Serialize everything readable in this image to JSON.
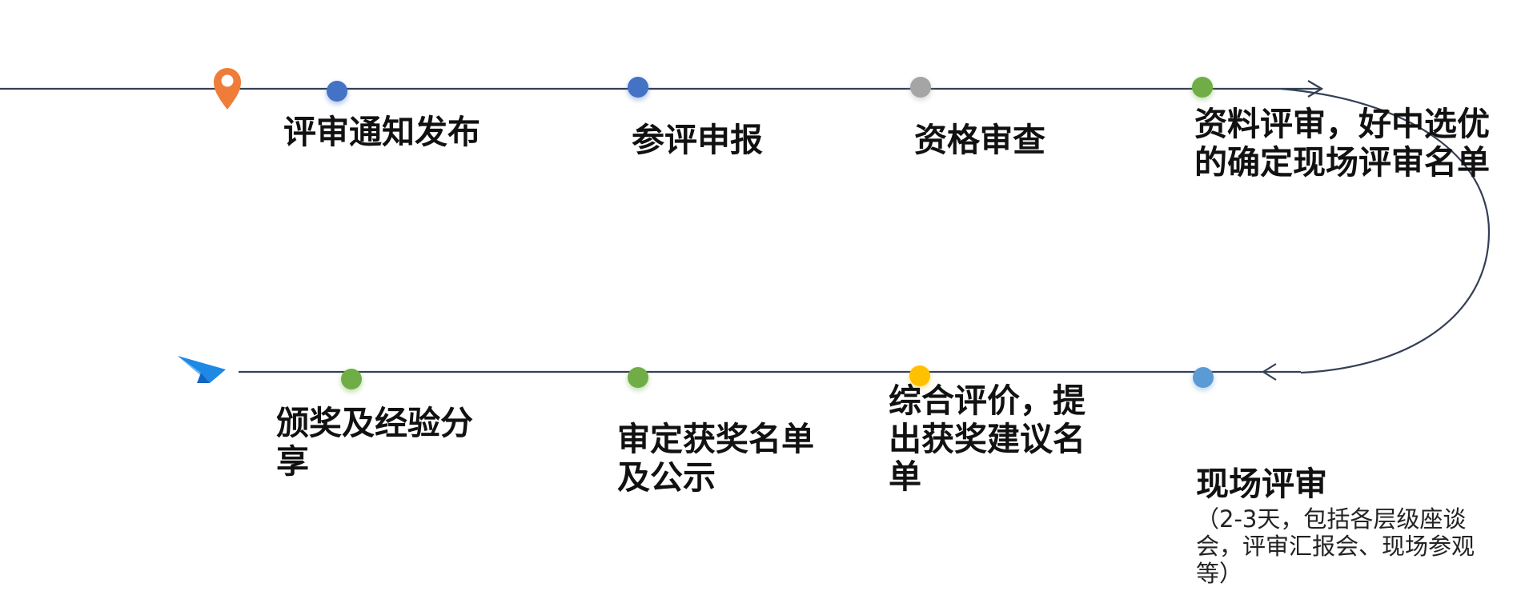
{
  "colors": {
    "line": "#344055",
    "blue": "#4472C4",
    "blue_light": "#5B9BD5",
    "gray": "#A5A5A5",
    "green": "#70AD47",
    "yellow": "#FFC000",
    "pin": "#F07C3A",
    "plane": "#1E88E5"
  },
  "icons": {
    "start": "location-pin-icon",
    "end": "paper-plane-icon"
  },
  "steps": [
    {
      "label": "评审通知发布",
      "dot_color": "blue"
    },
    {
      "label": "参评申报",
      "dot_color": "blue"
    },
    {
      "label": "资格审查",
      "dot_color": "gray"
    },
    {
      "label": "资料评审，好中选优的确定现场评审名单",
      "dot_color": "green"
    },
    {
      "label": "现场评审",
      "detail": "（2-3天，包括各层级座谈会，评审汇报会、现场参观等）",
      "dot_color": "blue_light"
    },
    {
      "label": "综合评价，提出获奖建议名单",
      "dot_color": "yellow"
    },
    {
      "label": "审定获奖名单及公示",
      "dot_color": "green"
    },
    {
      "label": "颁奖及经验分享",
      "dot_color": "green"
    }
  ]
}
